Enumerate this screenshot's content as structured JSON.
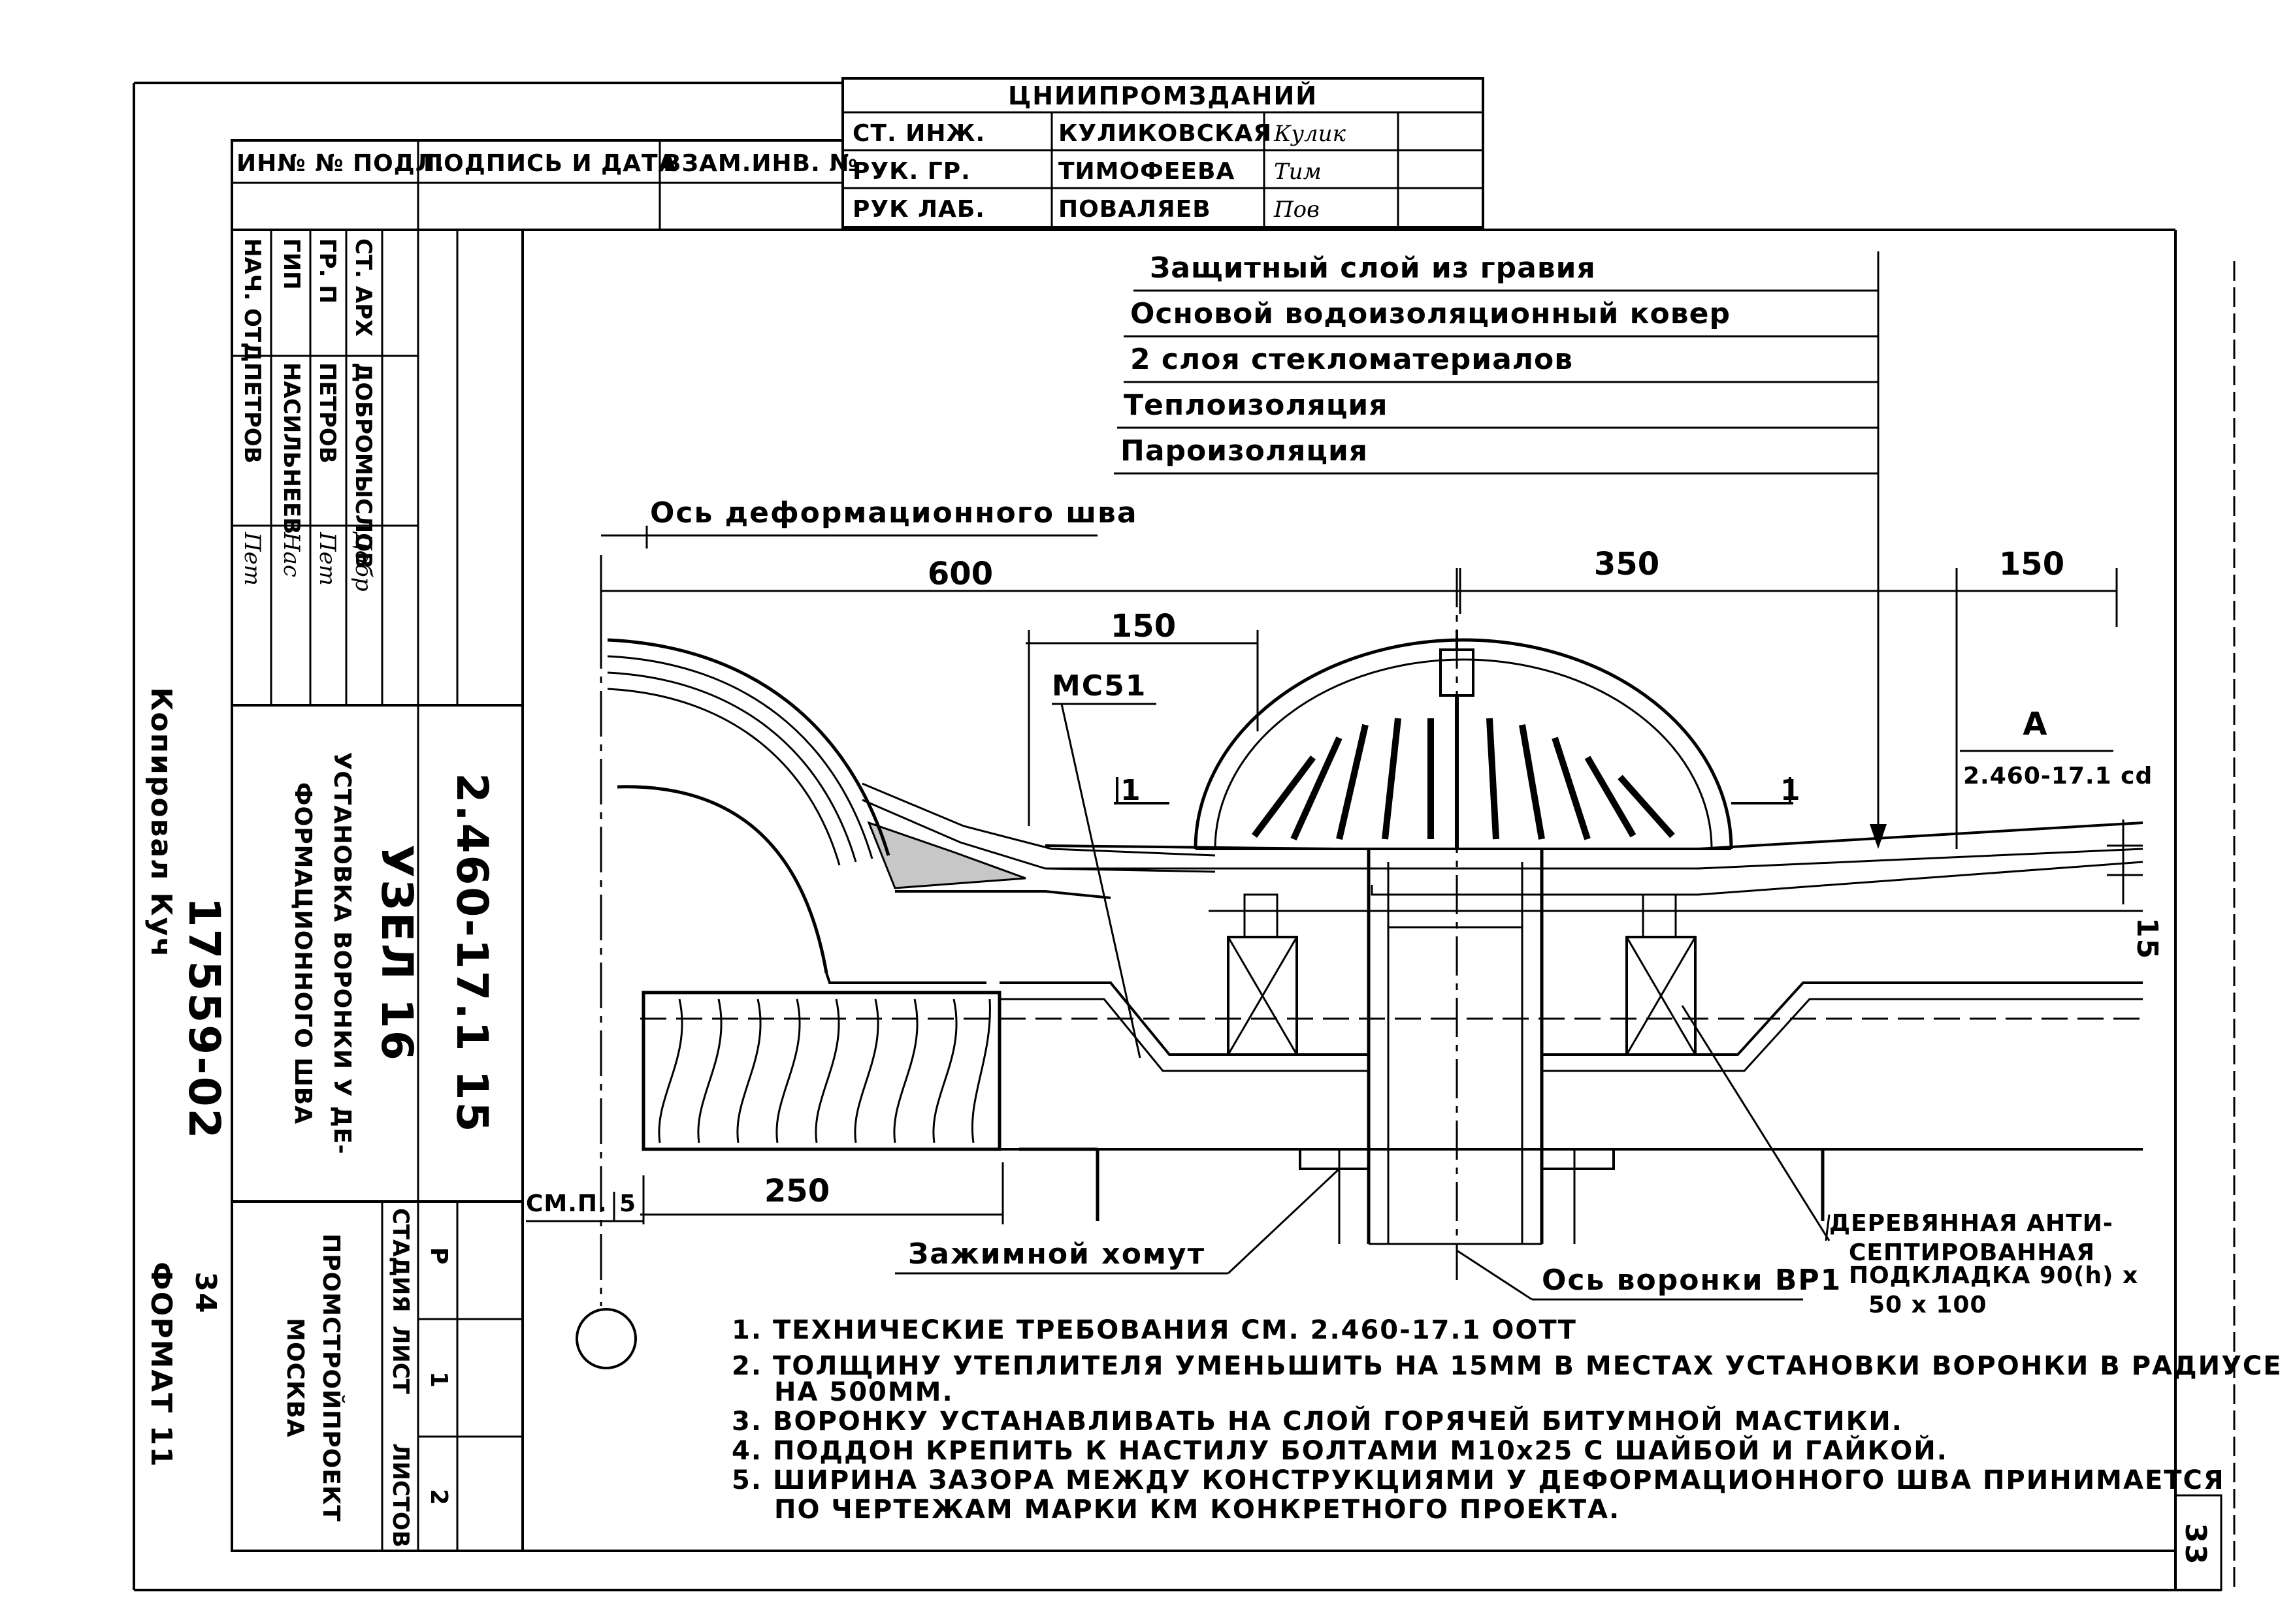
{
  "title_block": {
    "organization": "ЦНИИПРОМЗДАНИЙ",
    "roles": [
      "СТ. ИНЖ.",
      "РУК. ГР.",
      "РУК ЛАБ."
    ],
    "names": [
      "КУЛИКОВСКАЯ",
      "ТИМОФЕЕВА",
      "ПОВАЛЯЕВ"
    ],
    "signatures": [
      "Кулик",
      "Тим",
      "Пов"
    ]
  },
  "header_row": {
    "inv_no": "ИН№ № ПОДЛ.",
    "sign_date": "ПОДПИСЬ И ДАТА",
    "replace_inv": "ВЗАМ.ИНВ. №"
  },
  "left_block": {
    "roles": [
      "НАЧ. ОТД.",
      "ГИП",
      "ГР. П",
      "СТ. АРХ"
    ],
    "names": [
      "ПЕТРОВ",
      "НАСИЛЬНЕЕВ",
      "ПЕТРОВ",
      "ДОБРОМЫСЛОВ"
    ],
    "signatures": [
      "Пет",
      "Нас",
      "Пет",
      "Добр"
    ],
    "node_title": "УЗЕЛ 16",
    "description_1": "УСТАНОВКА ВОРОНКИ У ДЕ-",
    "description_2": "ФОРМАЦИОННОГО ШВА",
    "document_code": "2.460-17.1 15",
    "stage_label": "СТАДИЯ",
    "sheet_label": "ЛИСТ",
    "sheets_label": "ЛИСТОВ",
    "stage_value": "Р",
    "sheet_value": "1",
    "sheets_value": "2",
    "organization": "ПРОМСТРОЙПРОЕКТ",
    "city": "МОСКВА"
  },
  "margin": {
    "copied_by": "Копировал Куч",
    "order_number": "17559-02",
    "page_small": "34",
    "format": "ФОРМАТ 11",
    "page_number": "33"
  },
  "layers": [
    "Защитный слой из гравия",
    "Основой водоизоляционный ковер",
    "2 слоя стекломатериалов",
    "Теплоизоляция",
    "Пароизоляция"
  ],
  "labels": {
    "joint_axis": "Ось деформационного шва",
    "mc51": "МС51",
    "cut_mark": "1",
    "clamp": "Зажимной хомут",
    "funnel_axis": "Ось воронки ВР1",
    "pad_1": "ДЕРЕВЯННАЯ АНТИ-",
    "pad_2": "СЕПТИРОВАННАЯ",
    "pad_3": "ПОДКЛАДКА 90(h) x",
    "pad_4": "50 x 100",
    "see_note": "СМ.П.",
    "see_note_number": "5",
    "callout_letter": "А",
    "callout_ref": "2.460-17.1 cd"
  },
  "dimensions": {
    "d600": "600",
    "d350": "350",
    "d150_top": "150",
    "d150_mid": "150",
    "d250": "250",
    "d15": "15"
  },
  "notes": [
    "1. ТЕХНИЧЕСКИЕ ТРЕБОВАНИЯ  СМ. 2.460-17.1 ООТТ",
    "2. ТОЛЩИНУ УТЕПЛИТЕЛЯ УМЕНЬШИТЬ НА 15ММ В МЕСТАХ УСТАНОВКИ ВОРОНКИ В РАДИУСЕ",
    "НА 500ММ.",
    "3. ВОРОНКУ УСТАНАВЛИВАТЬ НА СЛОЙ ГОРЯЧЕЙ БИТУМНОЙ МАСТИКИ.",
    "4. ПОДДОН КРЕПИТЬ К НАСТИЛУ БОЛТАМИ М10x25 С ШАЙБОЙ И ГАЙКОЙ.",
    "5. ШИРИНА ЗАЗОРА МЕЖДУ КОНСТРУКЦИЯМИ У ДЕФОРМАЦИОННОГО ШВА ПРИНИМАЕТСЯ",
    "ПО ЧЕРТЕЖАМ МАРКИ КМ КОНКРЕТНОГО ПРОЕКТА."
  ]
}
